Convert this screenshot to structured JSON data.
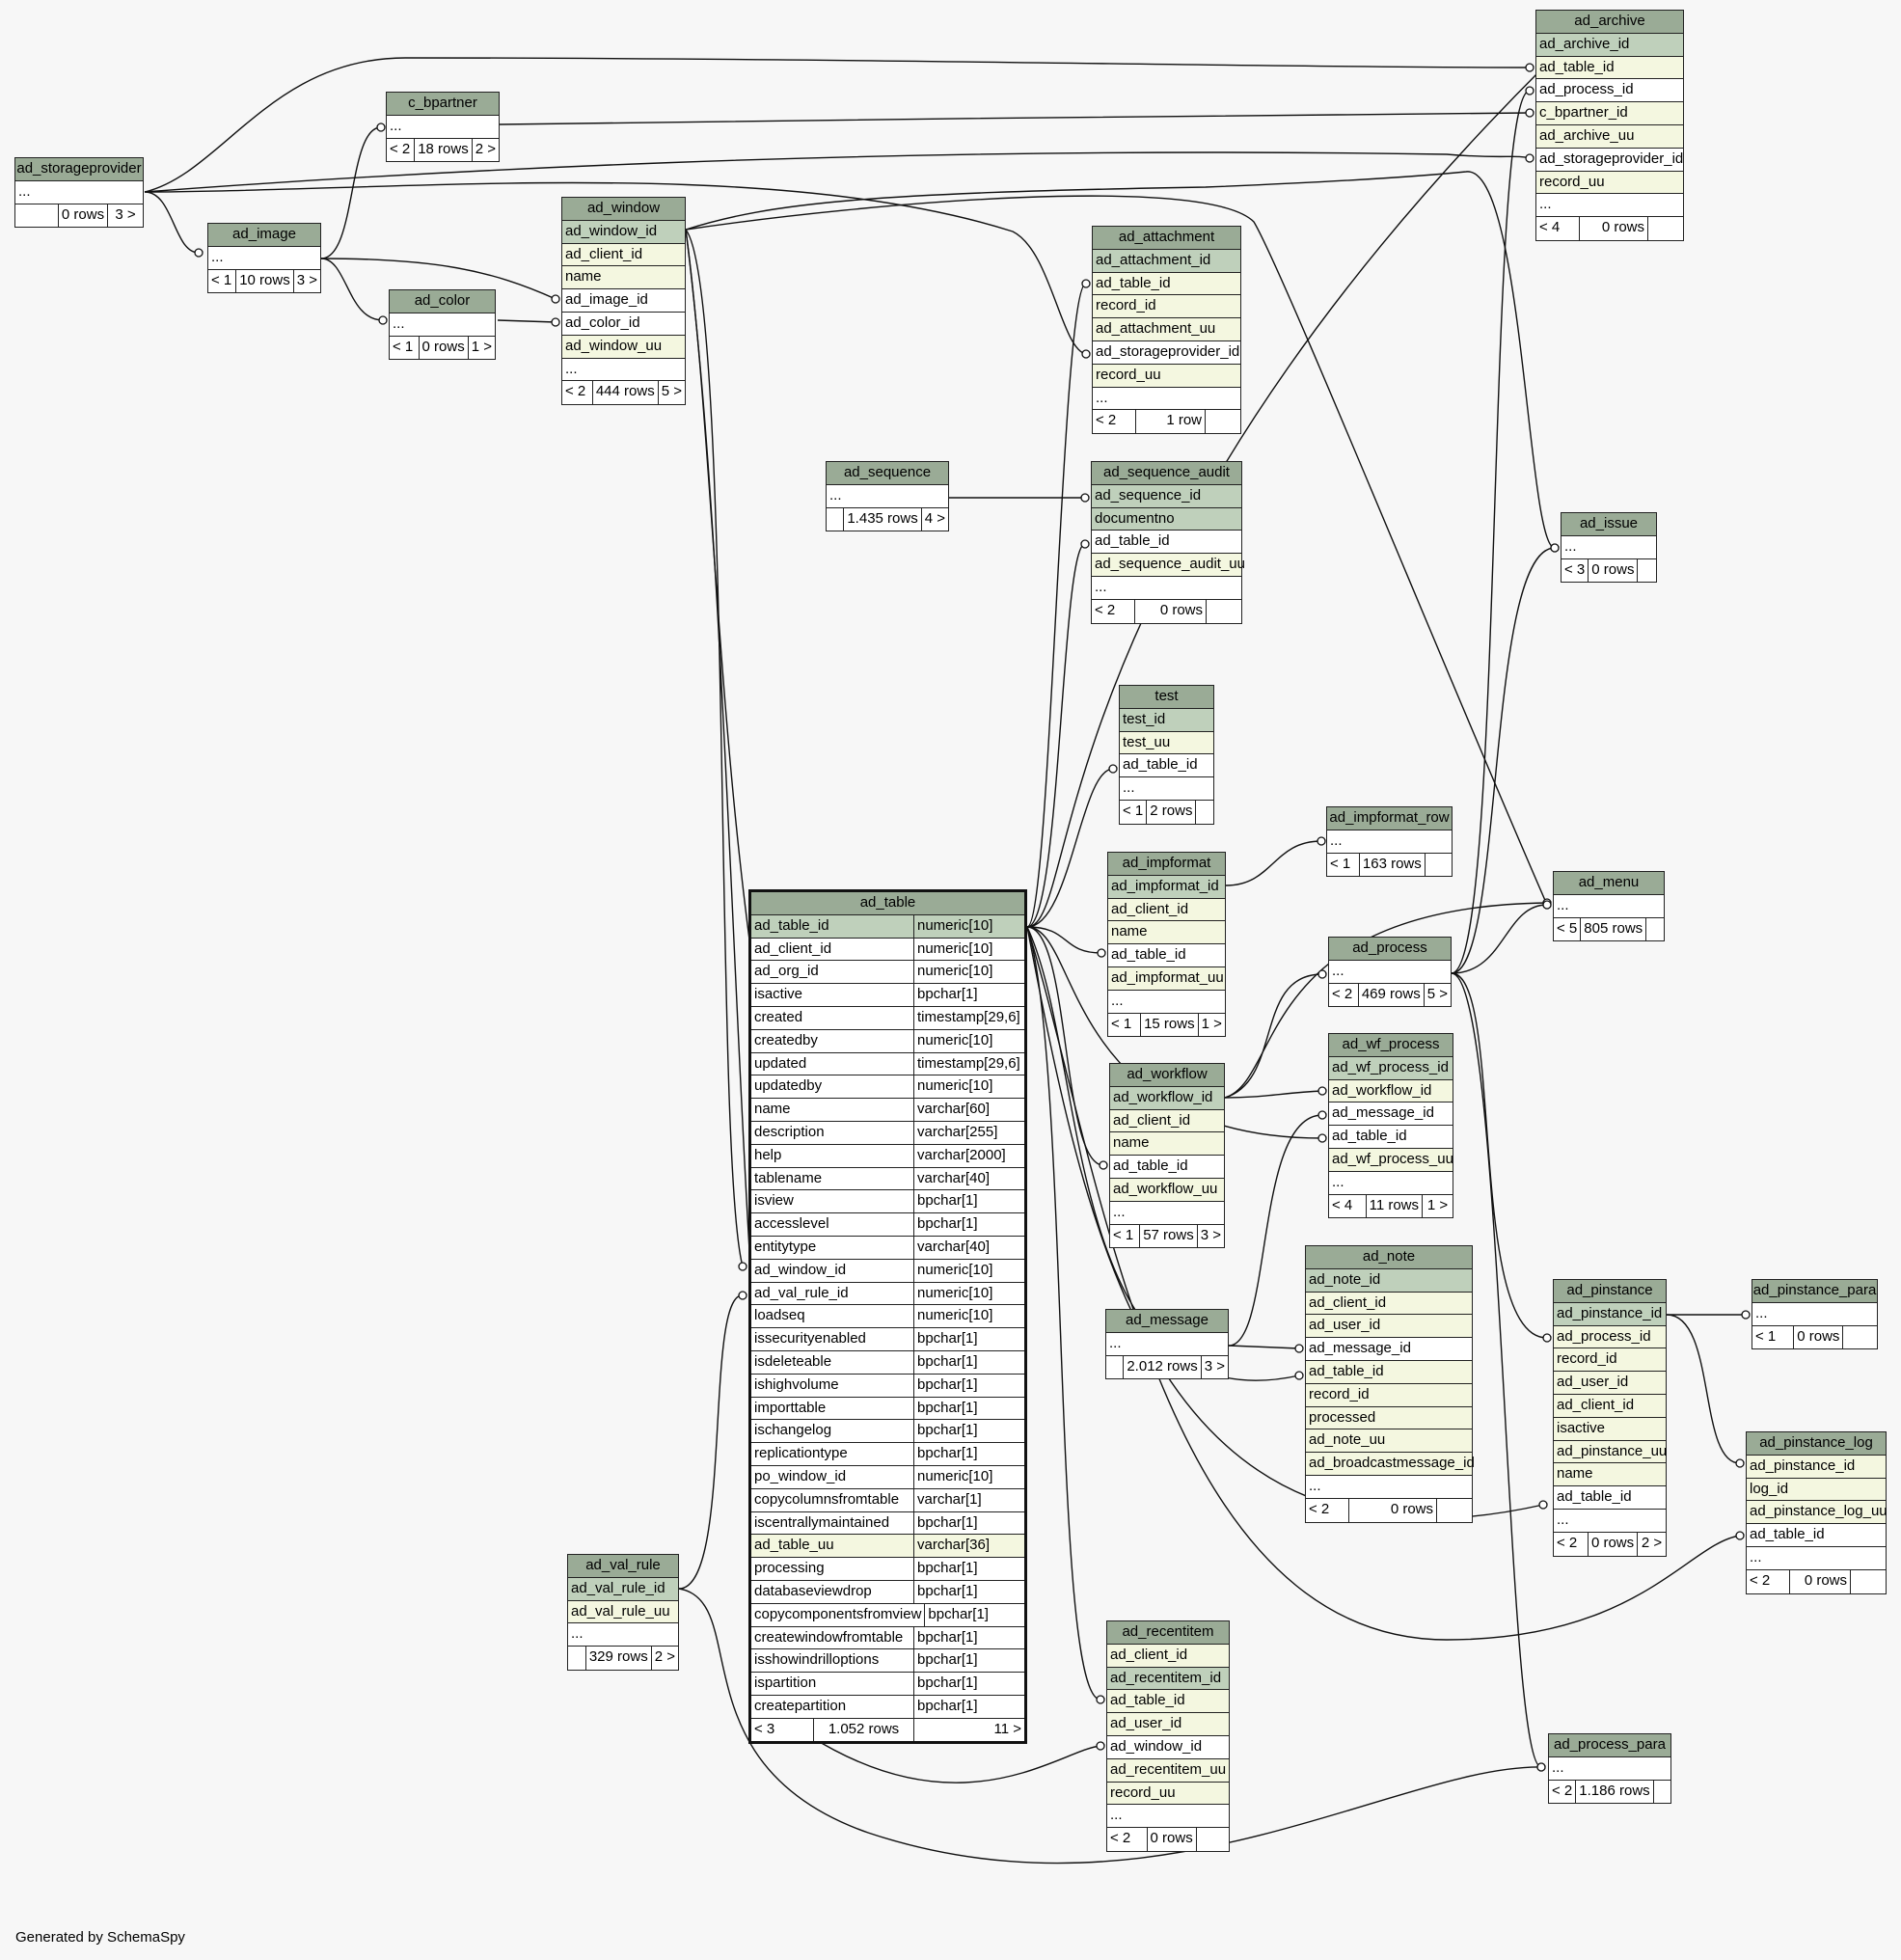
{
  "footer_text": "Generated by SchemaSpy",
  "tables": [
    {
      "id": "ad_storageprovider",
      "name": "ad_storageprovider",
      "columns": [
        {
          "n": "...",
          "k": "plain"
        }
      ],
      "foot": [
        "",
        "0 rows",
        "3 >"
      ]
    },
    {
      "id": "c_bpartner",
      "name": "c_bpartner",
      "columns": [
        {
          "n": "...",
          "k": "plain"
        }
      ],
      "foot": [
        "< 2",
        "18 rows",
        "2 >"
      ]
    },
    {
      "id": "ad_image",
      "name": "ad_image",
      "columns": [
        {
          "n": "...",
          "k": "plain"
        }
      ],
      "foot": [
        "< 1",
        "10 rows",
        "3 >"
      ]
    },
    {
      "id": "ad_color",
      "name": "ad_color",
      "columns": [
        {
          "n": "...",
          "k": "plain"
        }
      ],
      "foot": [
        "< 1",
        "0 rows",
        "1 >"
      ]
    },
    {
      "id": "ad_window",
      "name": "ad_window",
      "columns": [
        {
          "n": "ad_window_id",
          "k": "pk"
        },
        {
          "n": "ad_client_id",
          "k": "fk"
        },
        {
          "n": "name",
          "k": "fk"
        },
        {
          "n": "ad_image_id",
          "k": "plain"
        },
        {
          "n": "ad_color_id",
          "k": "plain"
        },
        {
          "n": "ad_window_uu",
          "k": "fk"
        },
        {
          "n": "...",
          "k": "plain"
        }
      ],
      "foot": [
        "< 2",
        "444 rows",
        "5 >"
      ]
    },
    {
      "id": "ad_attachment",
      "name": "ad_attachment",
      "columns": [
        {
          "n": "ad_attachment_id",
          "k": "pk"
        },
        {
          "n": "ad_table_id",
          "k": "fk"
        },
        {
          "n": "record_id",
          "k": "fk"
        },
        {
          "n": "ad_attachment_uu",
          "k": "fk"
        },
        {
          "n": "ad_storageprovider_id",
          "k": "plain"
        },
        {
          "n": "record_uu",
          "k": "fk"
        },
        {
          "n": "...",
          "k": "plain"
        }
      ],
      "foot": [
        "< 2",
        "1 row",
        ""
      ]
    },
    {
      "id": "ad_archive",
      "name": "ad_archive",
      "columns": [
        {
          "n": "ad_archive_id",
          "k": "pk"
        },
        {
          "n": "ad_table_id",
          "k": "fk"
        },
        {
          "n": "ad_process_id",
          "k": "plain"
        },
        {
          "n": "c_bpartner_id",
          "k": "fk"
        },
        {
          "n": "ad_archive_uu",
          "k": "fk"
        },
        {
          "n": "ad_storageprovider_id",
          "k": "plain"
        },
        {
          "n": "record_uu",
          "k": "fk"
        },
        {
          "n": "...",
          "k": "plain"
        }
      ],
      "foot": [
        "< 4",
        "0 rows",
        ""
      ]
    },
    {
      "id": "ad_sequence",
      "name": "ad_sequence",
      "columns": [
        {
          "n": "...",
          "k": "plain"
        }
      ],
      "foot": [
        "",
        "1.435 rows",
        "4 >"
      ]
    },
    {
      "id": "ad_sequence_audit",
      "name": "ad_sequence_audit",
      "columns": [
        {
          "n": "ad_sequence_id",
          "k": "pk"
        },
        {
          "n": "documentno",
          "k": "pk"
        },
        {
          "n": "ad_table_id",
          "k": "plain"
        },
        {
          "n": "ad_sequence_audit_uu",
          "k": "fk"
        },
        {
          "n": "...",
          "k": "plain"
        }
      ],
      "foot": [
        "< 2",
        "0 rows",
        ""
      ]
    },
    {
      "id": "ad_issue",
      "name": "ad_issue",
      "columns": [
        {
          "n": "...",
          "k": "plain"
        }
      ],
      "foot": [
        "< 3",
        "0 rows",
        ""
      ]
    },
    {
      "id": "test",
      "name": "test",
      "columns": [
        {
          "n": "test_id",
          "k": "pk"
        },
        {
          "n": "test_uu",
          "k": "fk"
        },
        {
          "n": "ad_table_id",
          "k": "plain"
        },
        {
          "n": "...",
          "k": "plain"
        }
      ],
      "foot": [
        "< 1",
        "2 rows",
        ""
      ]
    },
    {
      "id": "ad_impformat_row",
      "name": "ad_impformat_row",
      "columns": [
        {
          "n": "...",
          "k": "plain"
        }
      ],
      "foot": [
        "< 1",
        "163 rows",
        ""
      ]
    },
    {
      "id": "ad_impformat",
      "name": "ad_impformat",
      "columns": [
        {
          "n": "ad_impformat_id",
          "k": "pk"
        },
        {
          "n": "ad_client_id",
          "k": "fk"
        },
        {
          "n": "name",
          "k": "fk"
        },
        {
          "n": "ad_table_id",
          "k": "plain"
        },
        {
          "n": "ad_impformat_uu",
          "k": "fk"
        },
        {
          "n": "...",
          "k": "plain"
        }
      ],
      "foot": [
        "< 1",
        "15 rows",
        "1 >"
      ]
    },
    {
      "id": "ad_menu",
      "name": "ad_menu",
      "columns": [
        {
          "n": "...",
          "k": "plain"
        }
      ],
      "foot": [
        "< 5",
        "805 rows",
        ""
      ]
    },
    {
      "id": "ad_process",
      "name": "ad_process",
      "columns": [
        {
          "n": "...",
          "k": "plain"
        }
      ],
      "foot": [
        "< 2",
        "469 rows",
        "5 >"
      ]
    },
    {
      "id": "ad_wf_process",
      "name": "ad_wf_process",
      "columns": [
        {
          "n": "ad_wf_process_id",
          "k": "pk"
        },
        {
          "n": "ad_workflow_id",
          "k": "fk"
        },
        {
          "n": "ad_message_id",
          "k": "plain"
        },
        {
          "n": "ad_table_id",
          "k": "plain"
        },
        {
          "n": "ad_wf_process_uu",
          "k": "fk"
        },
        {
          "n": "...",
          "k": "plain"
        }
      ],
      "foot": [
        "< 4",
        "11 rows",
        "1 >"
      ]
    },
    {
      "id": "ad_workflow",
      "name": "ad_workflow",
      "columns": [
        {
          "n": "ad_workflow_id",
          "k": "pk"
        },
        {
          "n": "ad_client_id",
          "k": "fk"
        },
        {
          "n": "name",
          "k": "fk"
        },
        {
          "n": "ad_table_id",
          "k": "plain"
        },
        {
          "n": "ad_workflow_uu",
          "k": "fk"
        },
        {
          "n": "...",
          "k": "plain"
        }
      ],
      "foot": [
        "< 1",
        "57 rows",
        "3 >"
      ]
    },
    {
      "id": "ad_note",
      "name": "ad_note",
      "columns": [
        {
          "n": "ad_note_id",
          "k": "pk"
        },
        {
          "n": "ad_client_id",
          "k": "fk"
        },
        {
          "n": "ad_user_id",
          "k": "fk"
        },
        {
          "n": "ad_message_id",
          "k": "plain"
        },
        {
          "n": "ad_table_id",
          "k": "fk"
        },
        {
          "n": "record_id",
          "k": "fk"
        },
        {
          "n": "processed",
          "k": "fk"
        },
        {
          "n": "ad_note_uu",
          "k": "fk"
        },
        {
          "n": "ad_broadcastmessage_id",
          "k": "fk"
        },
        {
          "n": "...",
          "k": "plain"
        }
      ],
      "foot": [
        "< 2",
        "0 rows",
        ""
      ]
    },
    {
      "id": "ad_message",
      "name": "ad_message",
      "columns": [
        {
          "n": "...",
          "k": "plain"
        }
      ],
      "foot": [
        "",
        "2.012 rows",
        "3 >"
      ]
    },
    {
      "id": "ad_pinstance",
      "name": "ad_pinstance",
      "columns": [
        {
          "n": "ad_pinstance_id",
          "k": "pk"
        },
        {
          "n": "ad_process_id",
          "k": "fk"
        },
        {
          "n": "record_id",
          "k": "fk"
        },
        {
          "n": "ad_user_id",
          "k": "fk"
        },
        {
          "n": "ad_client_id",
          "k": "fk"
        },
        {
          "n": "isactive",
          "k": "fk"
        },
        {
          "n": "ad_pinstance_uu",
          "k": "fk"
        },
        {
          "n": "name",
          "k": "fk"
        },
        {
          "n": "ad_table_id",
          "k": "plain"
        },
        {
          "n": "...",
          "k": "plain"
        }
      ],
      "foot": [
        "< 2",
        "0 rows",
        "2 >"
      ]
    },
    {
      "id": "ad_pinstance_para",
      "name": "ad_pinstance_para",
      "columns": [
        {
          "n": "...",
          "k": "plain"
        }
      ],
      "foot": [
        "< 1",
        "0 rows",
        ""
      ]
    },
    {
      "id": "ad_pinstance_log",
      "name": "ad_pinstance_log",
      "columns": [
        {
          "n": "ad_pinstance_id",
          "k": "fk"
        },
        {
          "n": "log_id",
          "k": "fk"
        },
        {
          "n": "ad_pinstance_log_uu",
          "k": "fk"
        },
        {
          "n": "ad_table_id",
          "k": "plain"
        },
        {
          "n": "...",
          "k": "plain"
        }
      ],
      "foot": [
        "< 2",
        "0 rows",
        ""
      ]
    },
    {
      "id": "ad_val_rule",
      "name": "ad_val_rule",
      "columns": [
        {
          "n": "ad_val_rule_id",
          "k": "pk"
        },
        {
          "n": "ad_val_rule_uu",
          "k": "fk"
        },
        {
          "n": "...",
          "k": "plain"
        }
      ],
      "foot": [
        "",
        "329 rows",
        "2 >"
      ]
    },
    {
      "id": "ad_recentitem",
      "name": "ad_recentitem",
      "columns": [
        {
          "n": "ad_client_id",
          "k": "fk"
        },
        {
          "n": "ad_recentitem_id",
          "k": "pk"
        },
        {
          "n": "ad_table_id",
          "k": "fk"
        },
        {
          "n": "ad_user_id",
          "k": "fk"
        },
        {
          "n": "ad_window_id",
          "k": "plain"
        },
        {
          "n": "ad_recentitem_uu",
          "k": "fk"
        },
        {
          "n": "record_uu",
          "k": "fk"
        },
        {
          "n": "...",
          "k": "plain"
        }
      ],
      "foot": [
        "< 2",
        "0 rows",
        ""
      ]
    },
    {
      "id": "ad_process_para",
      "name": "ad_process_para",
      "columns": [
        {
          "n": "...",
          "k": "plain"
        }
      ],
      "foot": [
        "< 2",
        "1.186 rows",
        ""
      ]
    },
    {
      "id": "ad_table",
      "name": "ad_table",
      "main": true,
      "columns": [
        {
          "n": "ad_table_id",
          "t": "numeric[10]",
          "k": "pk"
        },
        {
          "n": "ad_client_id",
          "t": "numeric[10]",
          "k": "plain"
        },
        {
          "n": "ad_org_id",
          "t": "numeric[10]",
          "k": "plain"
        },
        {
          "n": "isactive",
          "t": "bpchar[1]",
          "k": "plain"
        },
        {
          "n": "created",
          "t": "timestamp[29,6]",
          "k": "plain"
        },
        {
          "n": "createdby",
          "t": "numeric[10]",
          "k": "plain"
        },
        {
          "n": "updated",
          "t": "timestamp[29,6]",
          "k": "plain"
        },
        {
          "n": "updatedby",
          "t": "numeric[10]",
          "k": "plain"
        },
        {
          "n": "name",
          "t": "varchar[60]",
          "k": "plain"
        },
        {
          "n": "description",
          "t": "varchar[255]",
          "k": "plain"
        },
        {
          "n": "help",
          "t": "varchar[2000]",
          "k": "plain"
        },
        {
          "n": "tablename",
          "t": "varchar[40]",
          "k": "plain"
        },
        {
          "n": "isview",
          "t": "bpchar[1]",
          "k": "plain"
        },
        {
          "n": "accesslevel",
          "t": "bpchar[1]",
          "k": "plain"
        },
        {
          "n": "entitytype",
          "t": "varchar[40]",
          "k": "plain"
        },
        {
          "n": "ad_window_id",
          "t": "numeric[10]",
          "k": "plain"
        },
        {
          "n": "ad_val_rule_id",
          "t": "numeric[10]",
          "k": "plain"
        },
        {
          "n": "loadseq",
          "t": "numeric[10]",
          "k": "plain"
        },
        {
          "n": "issecurityenabled",
          "t": "bpchar[1]",
          "k": "plain"
        },
        {
          "n": "isdeleteable",
          "t": "bpchar[1]",
          "k": "plain"
        },
        {
          "n": "ishighvolume",
          "t": "bpchar[1]",
          "k": "plain"
        },
        {
          "n": "importtable",
          "t": "bpchar[1]",
          "k": "plain"
        },
        {
          "n": "ischangelog",
          "t": "bpchar[1]",
          "k": "plain"
        },
        {
          "n": "replicationtype",
          "t": "bpchar[1]",
          "k": "plain"
        },
        {
          "n": "po_window_id",
          "t": "numeric[10]",
          "k": "plain"
        },
        {
          "n": "copycolumnsfromtable",
          "t": "varchar[1]",
          "k": "plain"
        },
        {
          "n": "iscentrallymaintained",
          "t": "bpchar[1]",
          "k": "plain"
        },
        {
          "n": "ad_table_uu",
          "t": "varchar[36]",
          "k": "fk"
        },
        {
          "n": "processing",
          "t": "bpchar[1]",
          "k": "plain"
        },
        {
          "n": "databaseviewdrop",
          "t": "bpchar[1]",
          "k": "plain"
        },
        {
          "n": "copycomponentsfromview",
          "t": "bpchar[1]",
          "k": "plain"
        },
        {
          "n": "createwindowfromtable",
          "t": "bpchar[1]",
          "k": "plain"
        },
        {
          "n": "isshowindrilloptions",
          "t": "bpchar[1]",
          "k": "plain"
        },
        {
          "n": "ispartition",
          "t": "bpchar[1]",
          "k": "plain"
        },
        {
          "n": "createpartition",
          "t": "bpchar[1]",
          "k": "plain"
        }
      ],
      "foot": [
        "< 3",
        "1.052 rows",
        "11 >"
      ]
    }
  ]
}
